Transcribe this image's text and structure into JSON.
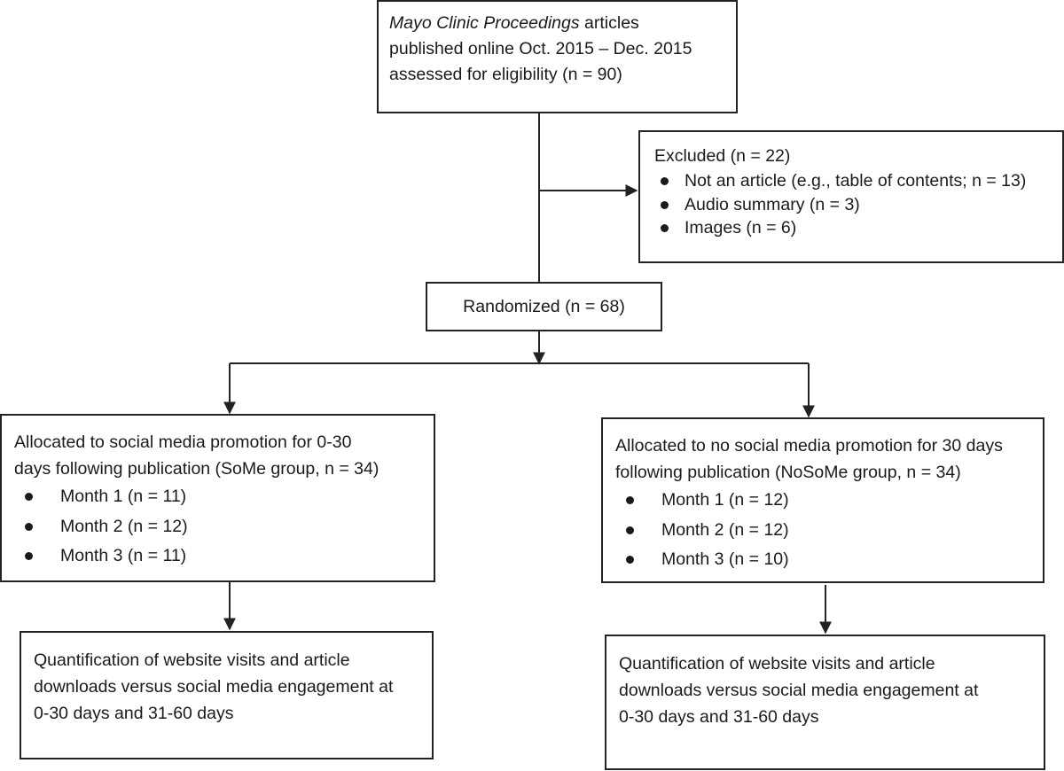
{
  "eligibility": {
    "journal": "Mayo Clinic Proceedings",
    "line1_rest": " articles",
    "line2": "published online Oct. 2015 – Dec. 2015",
    "line3": "assessed for eligibility (n = 90)"
  },
  "excluded": {
    "title": "Excluded (n = 22)",
    "items": [
      "Not an article (e.g., table of contents; n = 13)",
      "Audio summary (n = 3)",
      "Images (n = 6)"
    ]
  },
  "randomized": {
    "label": "Randomized (n = 68)"
  },
  "some_group": {
    "line1": "Allocated to social media promotion for 0-30",
    "line2": "days following publication (SoMe group, n = 34)",
    "months": [
      "Month 1 (n = 11)",
      "Month 2 (n = 12)",
      "Month 3 (n = 11)"
    ]
  },
  "nosome_group": {
    "line1": "Allocated to no social media promotion for 30 days",
    "line2": "following publication (NoSoMe group, n = 34)",
    "months": [
      "Month 1 (n = 12)",
      "Month 2 (n = 12)",
      "Month 3 (n = 10)"
    ]
  },
  "outcome_some": {
    "line1": "Quantification of website visits and article",
    "line2": "downloads versus social media engagement at",
    "line3": "0-30 days and 31-60 days"
  },
  "outcome_nosome": {
    "line1": "Quantification of website visits and article",
    "line2": "downloads versus social media engagement at",
    "line3": "0-30 days and 31-60 days"
  },
  "colors": {
    "line": "#222222",
    "text": "#1a1a1a",
    "background": "#ffffff"
  }
}
